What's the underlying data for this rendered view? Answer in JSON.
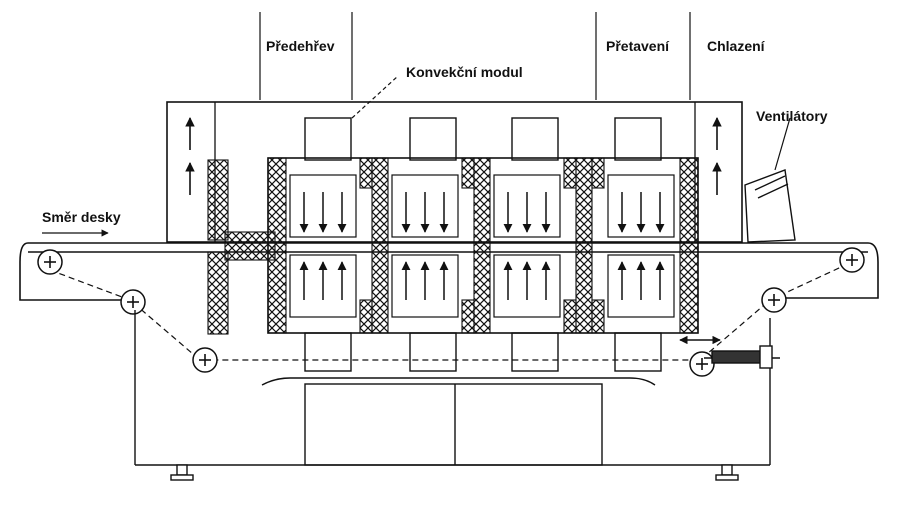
{
  "labels": {
    "zone_preheat": "Předehřev",
    "zone_reflow": "Přetavení",
    "zone_cooling": "Chlazení",
    "convection_module": "Konvekční modul",
    "fans": "Ventilátory",
    "board_direction": "Směr desky"
  },
  "colors": {
    "line": "#111111",
    "background": "#ffffff"
  }
}
